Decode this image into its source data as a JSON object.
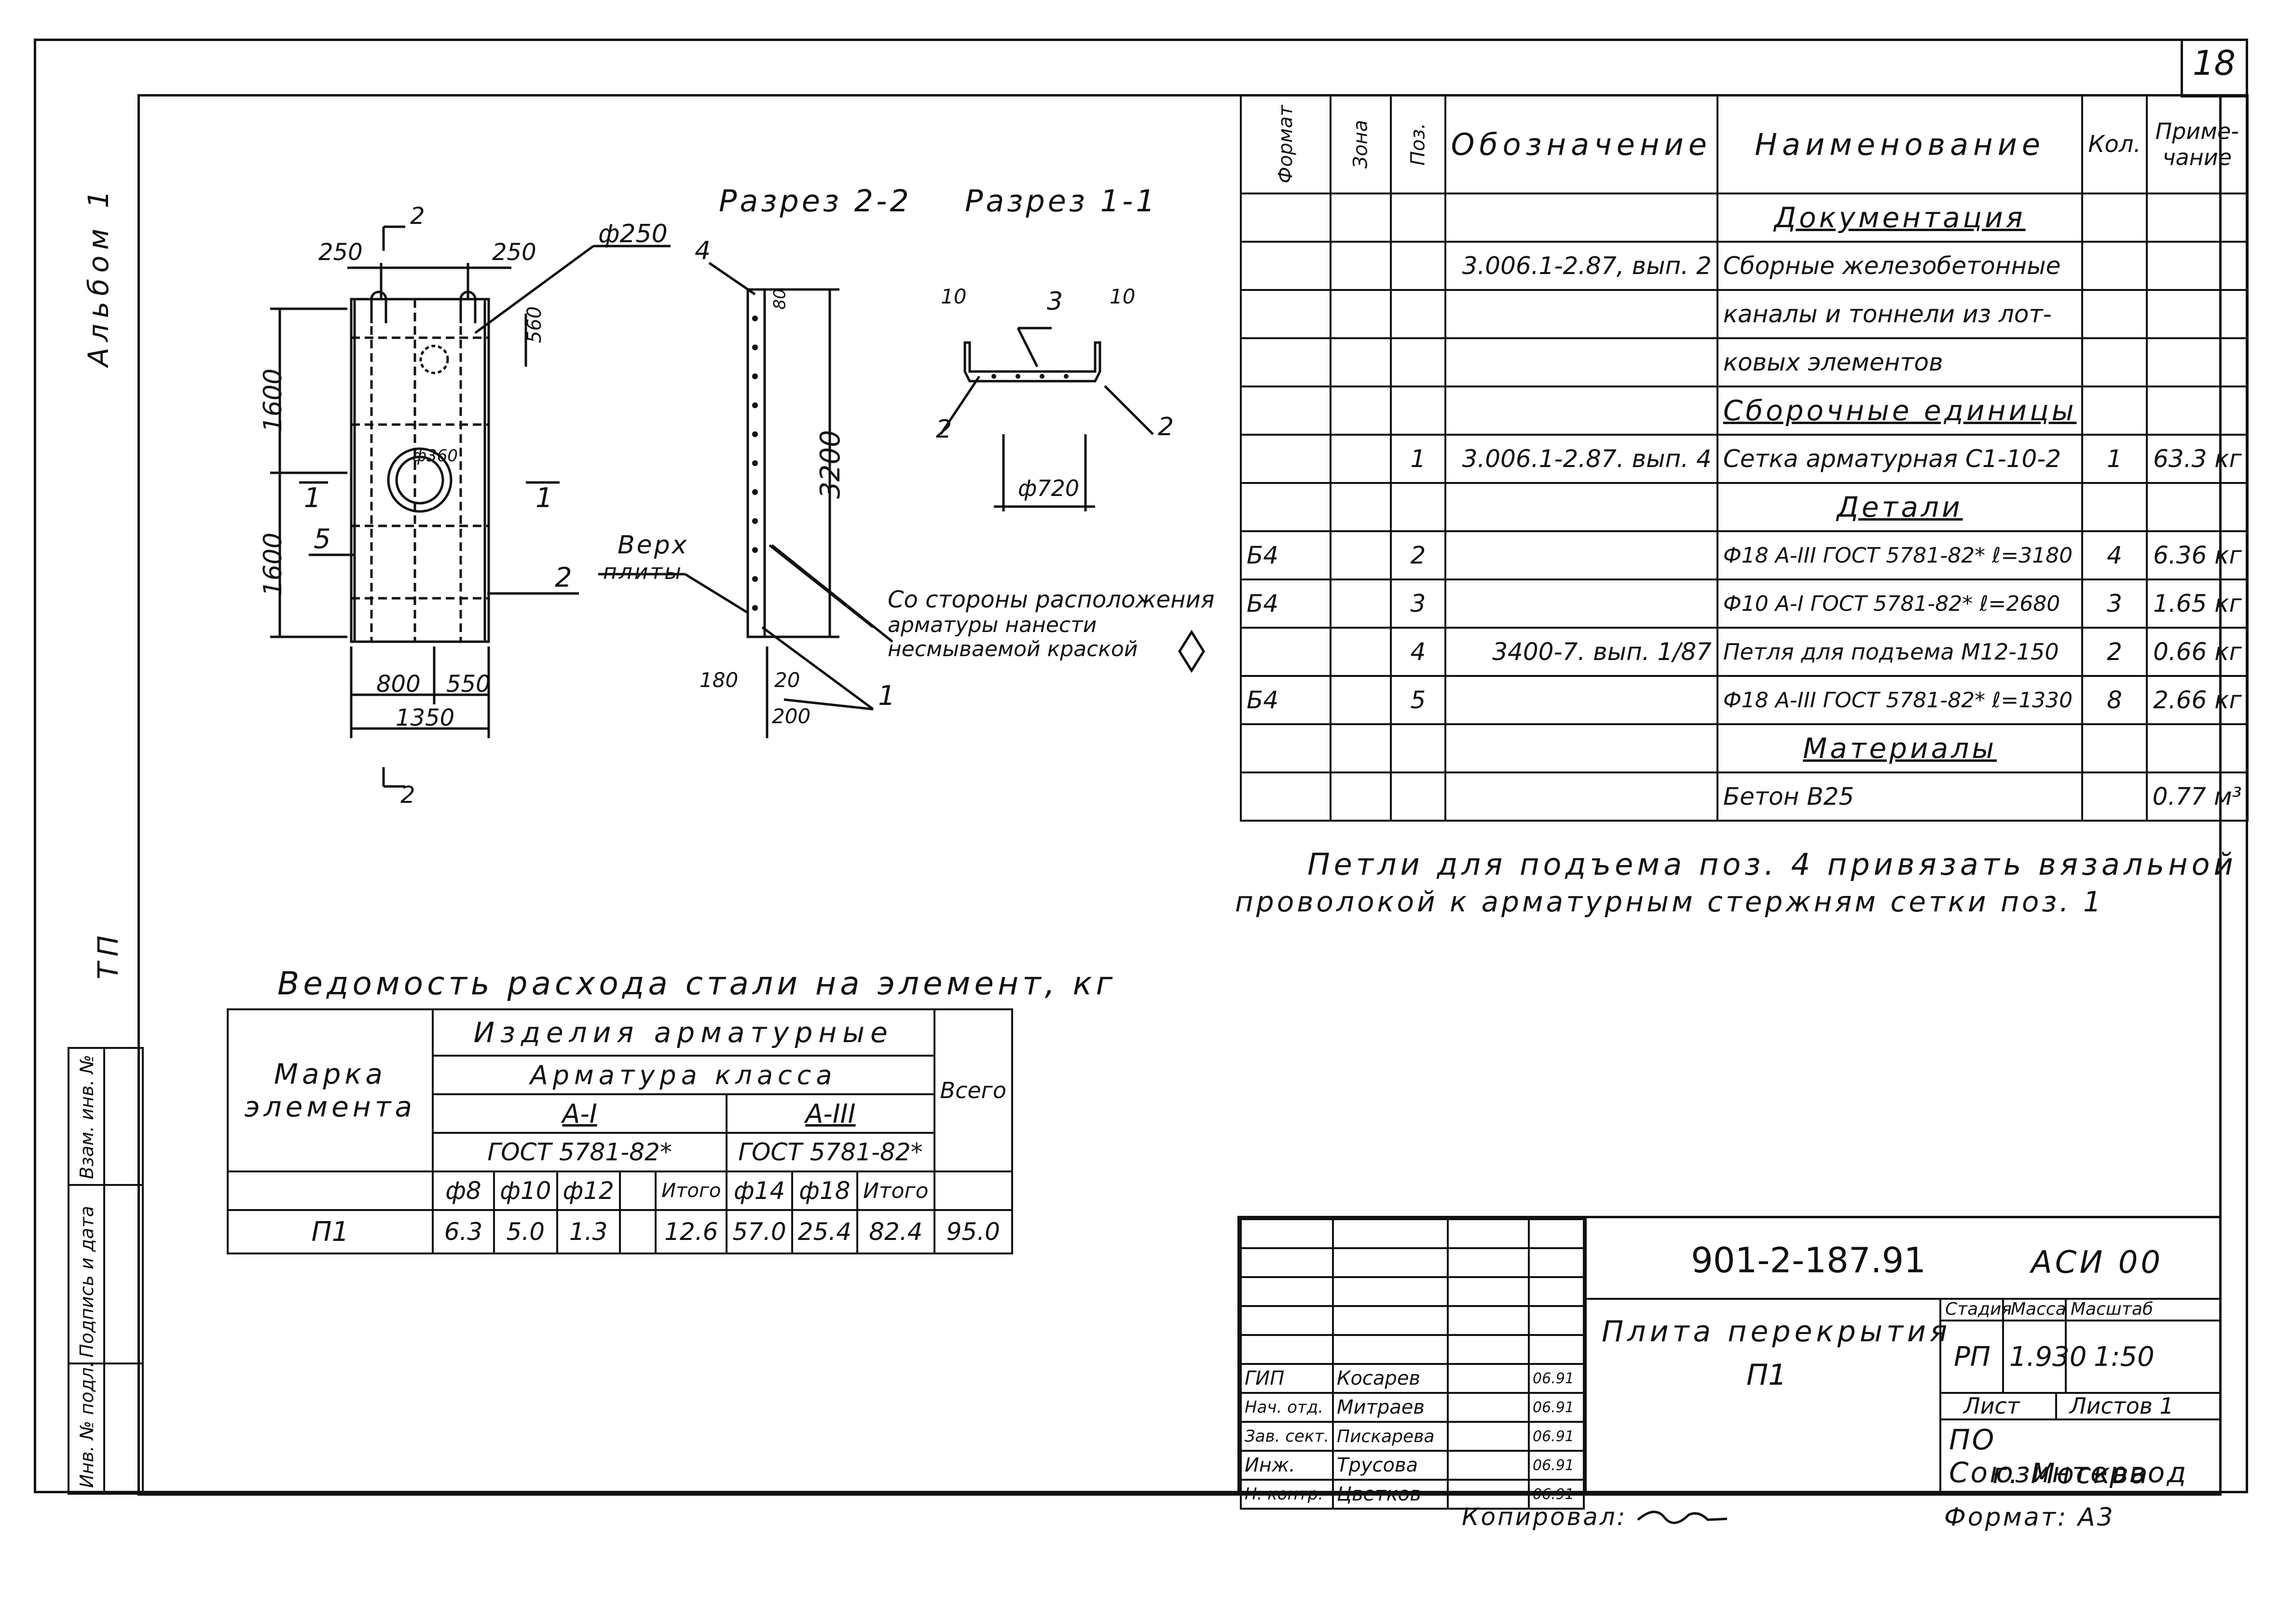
{
  "sheet_number": "18",
  "side_labels": {
    "album": "Альбом 1",
    "tp": "ТП"
  },
  "side_stamp": [
    "Инв. № подл.",
    "Подпись и дата",
    "Взам. инв. №"
  ],
  "drawing": {
    "section_titles": [
      "Разрез 2-2",
      "Разрез 1-1"
    ],
    "plan_dims": {
      "d250_left": "250",
      "d250_right": "250",
      "phi250": "ф250",
      "d560": "560",
      "d1600_top": "1600",
      "d1600_bottom": "1600",
      "phi360": "ф360",
      "d800": "800",
      "d550": "550",
      "d1350": "1350"
    },
    "section_marks": {
      "s2_top": "2",
      "s2_bottom": "2",
      "s1_left": "1",
      "s1_right": "1"
    },
    "position_marks": {
      "p5": "5",
      "p2": "2",
      "p4": "4",
      "p1": "1",
      "p3": "3",
      "p2a": "2",
      "p2b": "2"
    },
    "section_dims": {
      "d80": "80",
      "d3200": "3200",
      "d180": "180",
      "d20": "20",
      "d200": "200",
      "d10a": "10",
      "d10b": "10",
      "phi720": "ф720"
    },
    "top_label": [
      "Верх",
      "плиты"
    ],
    "paint_note": [
      "Со стороны расположения",
      "арматуры нанести",
      "несмываемой краской"
    ]
  },
  "spec_table": {
    "headers": {
      "format": "Формат",
      "zone": "Зона",
      "pos": "Поз.",
      "designation": "Обозначение",
      "name": "Наименование",
      "qty": "Кол.",
      "note": [
        "Приме-",
        "чание"
      ]
    },
    "rows": [
      {
        "type": "section",
        "name": "Документация"
      },
      {
        "format": "",
        "zone": "",
        "pos": "",
        "designation": "3.006.1-2.87, вып. 2",
        "name": "Сборные железобетонные",
        "qty": "",
        "note": ""
      },
      {
        "format": "",
        "zone": "",
        "pos": "",
        "designation": "",
        "name": "каналы и тоннели из лот-",
        "qty": "",
        "note": ""
      },
      {
        "format": "",
        "zone": "",
        "pos": "",
        "designation": "",
        "name": "ковых элементов",
        "qty": "",
        "note": ""
      },
      {
        "type": "section",
        "name": "Сборочные единицы"
      },
      {
        "format": "",
        "zone": "",
        "pos": "1",
        "designation": "3.006.1-2.87. вып. 4",
        "name": "Сетка арматурная С1-10-2",
        "qty": "1",
        "note": "63.3 кг"
      },
      {
        "type": "section",
        "name": "Детали"
      },
      {
        "format": "Б4",
        "zone": "",
        "pos": "2",
        "designation": "",
        "name": "Ф18 А-III ГОСТ 5781-82* ℓ=3180",
        "qty": "4",
        "note": "6.36 кг"
      },
      {
        "format": "Б4",
        "zone": "",
        "pos": "3",
        "designation": "",
        "name": "Ф10 А-I ГОСТ 5781-82* ℓ=2680",
        "qty": "3",
        "note": "1.65 кг"
      },
      {
        "format": "",
        "zone": "",
        "pos": "4",
        "designation": "3400-7. вып. 1/87",
        "name": "Петля для подъема М12-150",
        "qty": "2",
        "note": "0.66 кг"
      },
      {
        "format": "Б4",
        "zone": "",
        "pos": "5",
        "designation": "",
        "name": "Ф18 А-III ГОСТ 5781-82* ℓ=1330",
        "qty": "8",
        "note": "2.66 кг"
      },
      {
        "type": "section",
        "name": "Материалы"
      },
      {
        "format": "",
        "zone": "",
        "pos": "",
        "designation": "",
        "name": "Бетон В25",
        "qty": "",
        "note": "0.77 м³"
      }
    ]
  },
  "general_note": [
    "Петли для подъема поз. 4 привязать вязальной",
    "проволокой к арматурным стержням сетки поз. 1"
  ],
  "steel_table": {
    "title": "Ведомость расхода стали на элемент, кг",
    "mark_header": [
      "Марка",
      "элемента"
    ],
    "products": "Изделия арматурные",
    "class": "Арматура класса",
    "classes": [
      {
        "name": "А-I",
        "gost": "ГОСТ 5781-82*",
        "cols": [
          "ф8",
          "ф10",
          "ф12",
          "",
          "Итого"
        ]
      },
      {
        "name": "А-III",
        "gost": "ГОСТ 5781-82*",
        "cols": [
          "ф14",
          "ф18",
          "Итого"
        ]
      }
    ],
    "total_header": "Всего",
    "rows": [
      {
        "mark": "П1",
        "values": [
          "6.3",
          "5.0",
          "1.3",
          "",
          "12.6",
          "57.0",
          "25.4",
          "82.4"
        ],
        "total": "95.0"
      }
    ]
  },
  "title_block": {
    "code": "901-2-187.91",
    "set": "АСИ 00",
    "title": [
      "Плита перекрытия",
      "П1"
    ],
    "stage_label": "Стадия",
    "mass_label": "Масса",
    "scale_label": "Масштаб",
    "stage": "РП",
    "mass": "1.930",
    "scale": "1:50",
    "sheet_label": "Лист",
    "sheets_label": "Листов 1",
    "org": [
      "ПО Союзинтервод",
      "г. Москва"
    ],
    "people": [
      {
        "role": "ГИП",
        "name": "Косарев",
        "date": "06.91"
      },
      {
        "role": "Нач. отд.",
        "name": "Митраев",
        "date": "06.91"
      },
      {
        "role": "Зав. сект.",
        "name": "Пискарева",
        "date": "06.91"
      },
      {
        "role": "Инж.",
        "name": "Трусова",
        "date": "06.91"
      },
      {
        "role": "Н. контр.",
        "name": "Цветков",
        "date": "06.91"
      }
    ],
    "copied": "Копировал:",
    "format": "Формат: А3"
  }
}
